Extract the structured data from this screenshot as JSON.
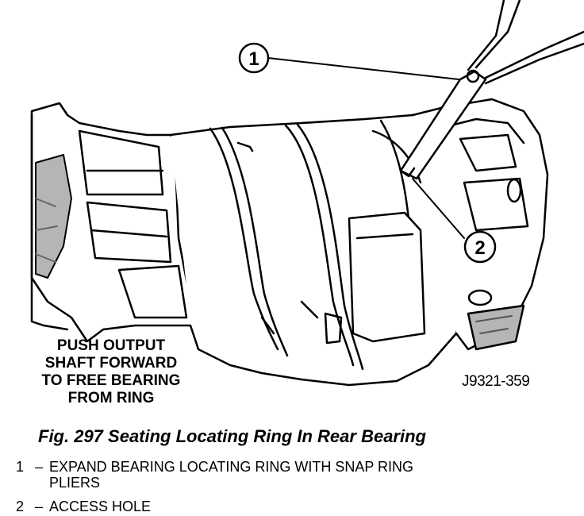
{
  "callouts": [
    {
      "number": "1"
    },
    {
      "number": "2"
    }
  ],
  "note": {
    "lines": [
      "PUSH OUTPUT",
      "SHAFT FORWARD",
      "TO FREE BEARING",
      "FROM RING"
    ]
  },
  "figure_id": "J9321-359",
  "caption": "Fig. 297 Seating Locating Ring In Rear Bearing",
  "legend": [
    {
      "number": "1",
      "dash": "–",
      "text_line1": "EXPAND BEARING LOCATING RING WITH SNAP RING",
      "text_line2": "PLIERS"
    },
    {
      "number": "2",
      "dash": "–",
      "text_line1": "ACCESS HOLE"
    }
  ]
}
